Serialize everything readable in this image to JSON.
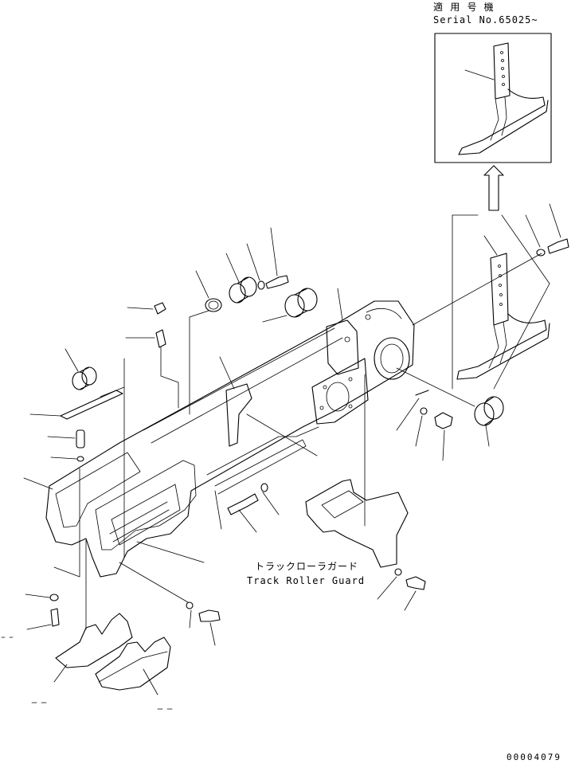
{
  "inset": {
    "applicable_serial_ja": "適 用 号 機",
    "applicable_serial_en": "Serial No.65025~"
  },
  "callout": {
    "guard_ja": "トラックローラガード",
    "guard_en": "Track Roller Guard"
  },
  "footer": {
    "diagram_code": "00004079"
  }
}
